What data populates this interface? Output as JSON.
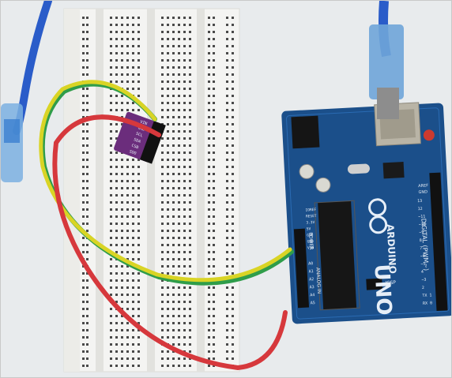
{
  "board": {
    "brand": "ARDUINO",
    "model": "UNO",
    "digital_label": "DIGITAL (PWM~)",
    "power_label": "POWER",
    "analog_label": "ANALOG IN",
    "power_pins": [
      "IOREF",
      "RESET",
      "3.3V",
      "5V",
      "GND",
      "GND",
      "VIN"
    ],
    "analog_pins": [
      "A0",
      "A1",
      "A2",
      "A3",
      "A4",
      "A5"
    ],
    "icsp_label": "ICSP",
    "aref_label": "AREF",
    "gnd_label": "GND",
    "digital_pins": [
      "13",
      "12",
      "~11",
      "~10",
      "~9",
      "8",
      "7",
      "~6",
      "~5",
      "4",
      "~3",
      "2",
      "TX 1",
      "RX 0"
    ]
  },
  "sensor": {
    "pin_labels": [
      "VIN",
      "GND",
      "SCL",
      "SDA",
      "CSB",
      "SDO"
    ]
  },
  "colors": {
    "board_blue": "#1b4f8a",
    "wire_red": "#d6383c",
    "wire_yellow": "#d9d425",
    "wire_green": "#2f9d4a",
    "sensor_purple": "#6b2d7c",
    "usb_cable_blue": "#2a5cc9",
    "breadboard": "#f4f4f2"
  }
}
